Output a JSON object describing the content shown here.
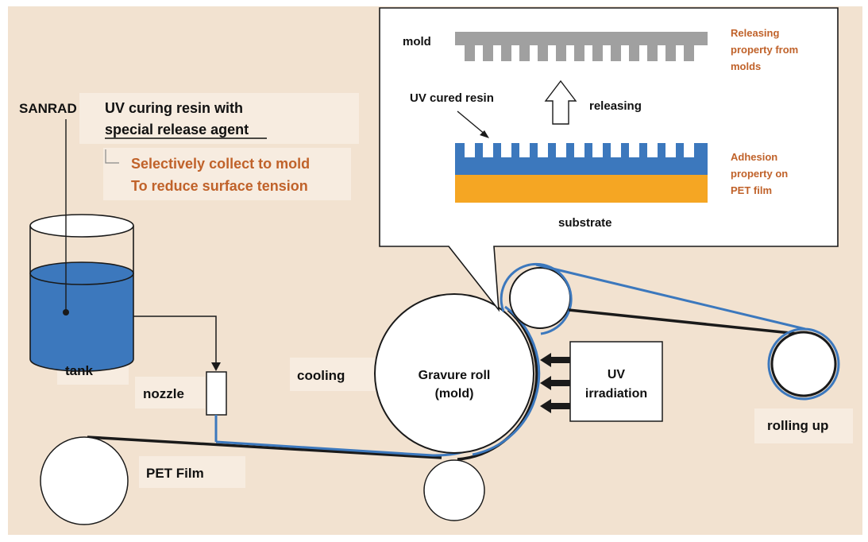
{
  "labels": {
    "sanrad": "SANRAD",
    "resin_line1": "UV curing resin with",
    "resin_line2": "special release agent",
    "note_line1": "Selectively collect to mold",
    "note_line2": "To reduce surface tension",
    "tank": "tank",
    "nozzle": "nozzle",
    "cooling": "cooling",
    "gravure_line1": "Gravure roll",
    "gravure_line2": "(mold)",
    "uv_line1": "UV",
    "uv_line2": "irradiation",
    "rolling_up": "rolling up",
    "pet_film": "PET Film"
  },
  "inset": {
    "mold": "mold",
    "uv_cured_resin": "UV cured resin",
    "releasing": "releasing",
    "substrate": "substrate",
    "release_prop_1": "Releasing",
    "release_prop_2": "property from",
    "release_prop_3": "molds",
    "adhesion_1": "Adhesion",
    "adhesion_2": "property on",
    "adhesion_3": "PET film"
  },
  "colors": {
    "background": "#f2e2d0",
    "resin_blue": "#3c78bd",
    "substrate_orange": "#f5a623",
    "mold_gray": "#a0a0a0",
    "accent_orange": "#c0622a"
  }
}
